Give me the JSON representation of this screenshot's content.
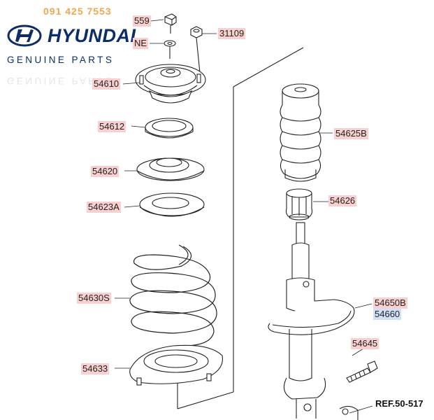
{
  "header": {
    "phone": "091 425 7553",
    "brand": "HYUNDAI",
    "tagline": "GENUINE PARTS"
  },
  "labels": {
    "p559": "559",
    "pNE": "NE",
    "p31109": "31109",
    "p54610": "54610",
    "p54612": "54612",
    "p54620": "54620",
    "p54623A": "54623A",
    "p54630S": "54630S",
    "p54633": "54633",
    "p54625B": "54625B",
    "p54626": "54626",
    "p54650B": "54650B",
    "p54660": "54660",
    "p54645": "54645"
  },
  "ref": "REF.50-517",
  "colors": {
    "label_bg": "#f9d0d0",
    "highlight_bg": "#cfe0f7",
    "brand": "#0c2d67",
    "phone": "#f0a850"
  }
}
